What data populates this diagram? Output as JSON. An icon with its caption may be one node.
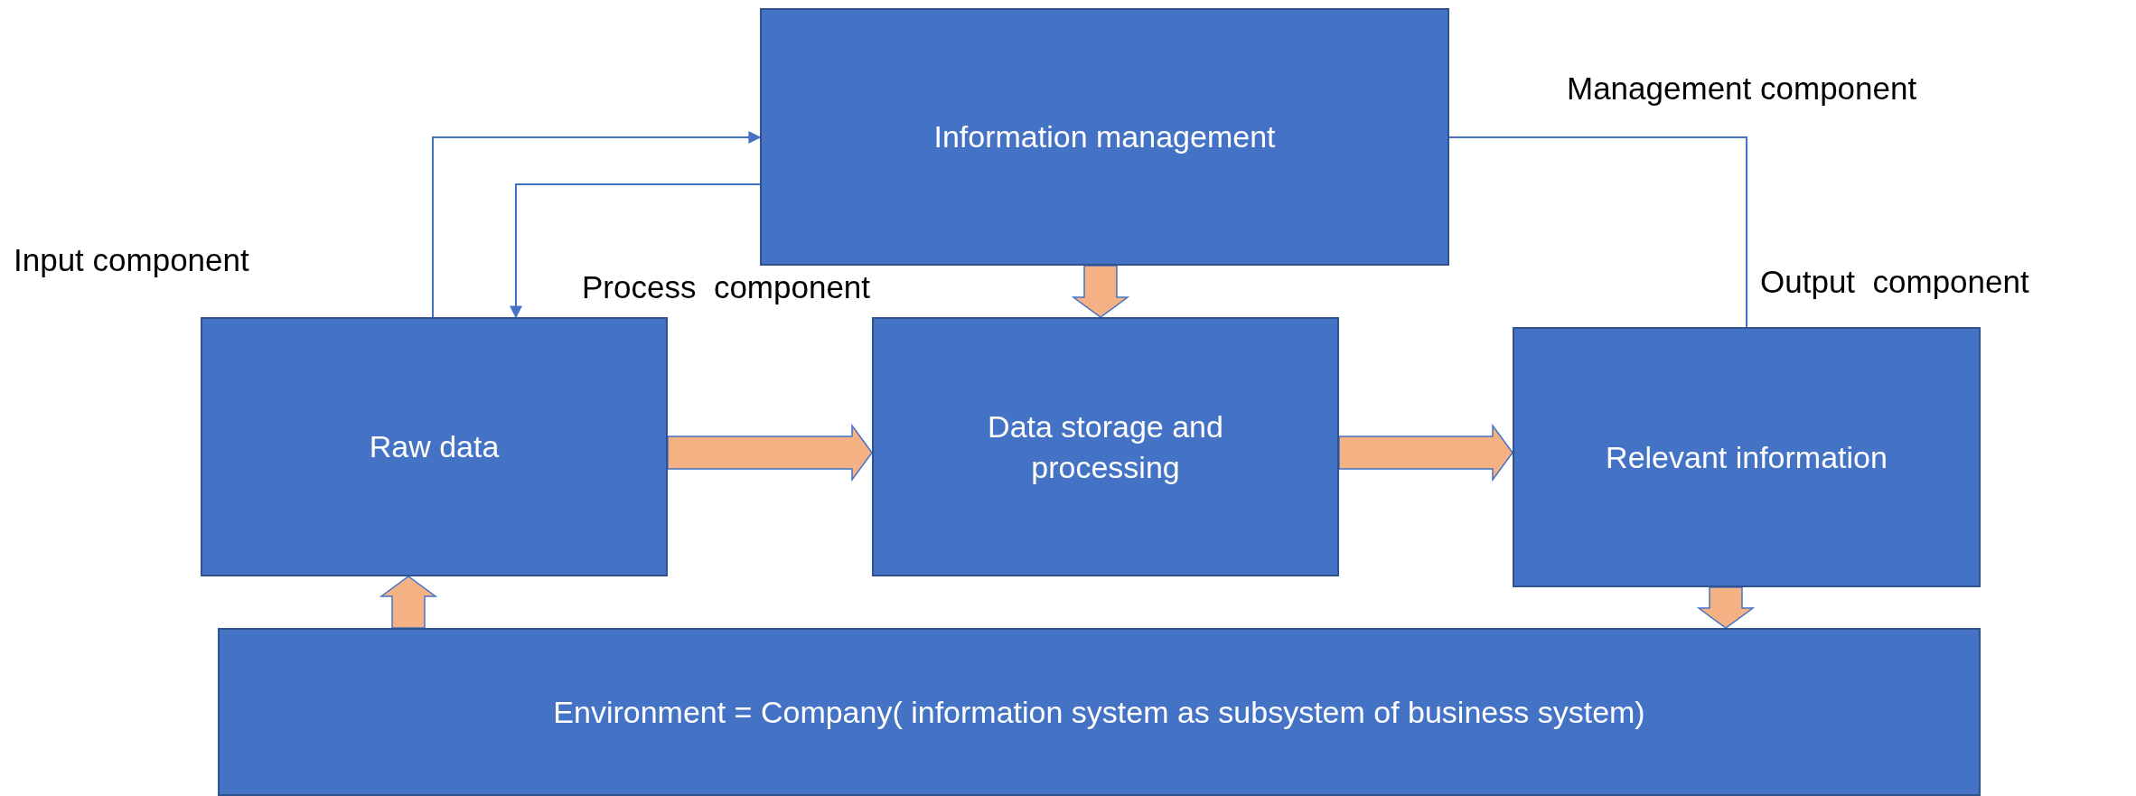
{
  "diagram": {
    "nodes": [
      {
        "text": [
          "Information management"
        ]
      },
      {
        "text": [
          "Raw data"
        ]
      },
      {
        "text": [
          "Data storage and processing"
        ]
      },
      {
        "text": [
          "Relevant information"
        ]
      },
      {
        "text": [
          "Environment = Company( information system as subsystem of business system)"
        ]
      }
    ],
    "edges": [
      {
        "from": 1,
        "to": 0,
        "arrow": "to",
        "color": "#4472c4"
      },
      {
        "from": 0,
        "to": 1,
        "arrow": "to",
        "color": "#4472c4"
      },
      {
        "from": 0,
        "to": 3,
        "arrow": "none",
        "color": "#4472c4"
      },
      {
        "from": 0,
        "to": 2,
        "arrow": "to",
        "style": "thick"
      },
      {
        "from": 1,
        "to": 2,
        "arrow": "to",
        "style": "thick"
      },
      {
        "from": 2,
        "to": 3,
        "arrow": "to",
        "style": "thick"
      },
      {
        "from": 4,
        "to": 1,
        "arrow": "to",
        "style": "thick"
      },
      {
        "from": 3,
        "to": 4,
        "arrow": "to",
        "style": "thick"
      }
    ],
    "labels": [
      "Management component",
      "Input component",
      "Process  component",
      "Output  component"
    ]
  }
}
